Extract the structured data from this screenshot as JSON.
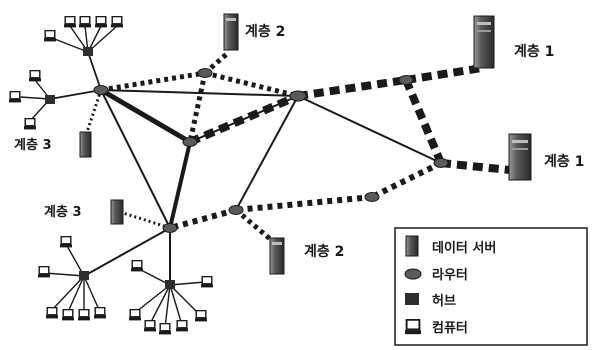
{
  "diagram": {
    "labels": {
      "tier1_top": "계층 1",
      "tier1_right": "계층 1",
      "tier2_top": "계층 2",
      "tier2_bottom": "계층 2",
      "tier3_left": "계층 3",
      "tier3_mid": "계층 3"
    },
    "legend": {
      "server": "데이터 서버",
      "router": "라우터",
      "hub": "허브",
      "computer": "컴퓨터"
    },
    "colors": {
      "line": "#1a1a1a",
      "server_dark": "#3c3c3c",
      "server_light": "#8a8a8a",
      "router": "#5a5a5a",
      "hub": "#2e2e2e"
    }
  }
}
